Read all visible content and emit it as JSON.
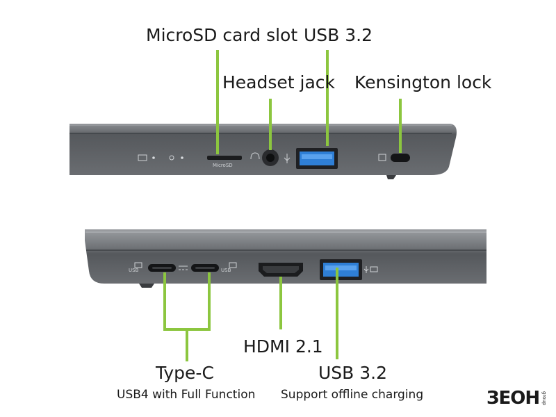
{
  "labels": {
    "microsd": "MicroSD card slot",
    "usb_top": "USB 3.2",
    "headset": "Headset jack",
    "kensington": "Kensington lock",
    "hdmi": "HDMI 2.1",
    "typec": "Type-C",
    "typec_sub": "USB4 with Full Function",
    "usb_bottom": "USB 3.2",
    "usb_bottom_sub": "Support offline charging"
  },
  "port_markings": {
    "microsd": "MicroSD",
    "usb_left": "USB",
    "usb_right": "USB"
  },
  "logo": {
    "text": "ЗЕОН",
    "sub": "group"
  },
  "colors": {
    "leader_line": "#8cc63f",
    "laptop_body": "#5f6266",
    "usb_blue": "#2f7fd6"
  }
}
